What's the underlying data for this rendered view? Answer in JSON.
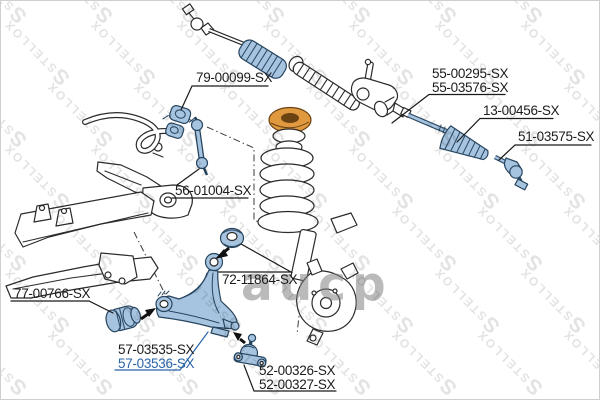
{
  "watermark": {
    "brand": "STELLOX",
    "photo_overlay": "aucp"
  },
  "colors": {
    "part_highlight": "#a6c3e0",
    "part_highlight_stroke": "#27455f",
    "label_text": "#1c1c1c",
    "label_link_blue": "#2a64a8",
    "strut_mount_orange": "#e0993f",
    "strut_mount_orange_dark": "#6b4312",
    "line_art": "#2b2b2b"
  },
  "part_labels": [
    {
      "id": "79-00099",
      "lines": [
        "79-00099-SX"
      ]
    },
    {
      "id": "55",
      "lines": [
        "55-00295-SX",
        "55-03576-SX"
      ]
    },
    {
      "id": "13-00456",
      "lines": [
        "13-00456-SX"
      ]
    },
    {
      "id": "51-03575",
      "lines": [
        "51-03575-SX"
      ]
    },
    {
      "id": "56-01004",
      "lines": [
        "56-01004-SX"
      ]
    },
    {
      "id": "72-11864",
      "lines": [
        "72-11864-SX"
      ]
    },
    {
      "id": "77-00766",
      "lines": [
        "77-00766-SX"
      ]
    },
    {
      "id": "57",
      "lines": [
        "57-03535-SX",
        "57-03536-SX"
      ]
    },
    {
      "id": "52",
      "lines": [
        "52-00326-SX",
        "52-00327-SX"
      ]
    }
  ]
}
